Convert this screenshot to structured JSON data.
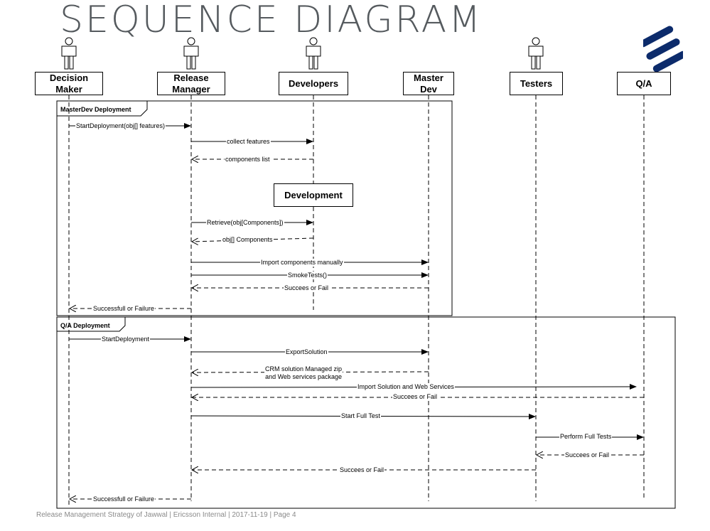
{
  "title": "SEQUENCE DIAGRAM",
  "actors": [
    {
      "label": "Decision\nMaker"
    },
    {
      "label": "Release\nManager"
    },
    {
      "label": "Developers"
    },
    {
      "label": "Master\nDev"
    },
    {
      "label": "Testers"
    },
    {
      "label": "Q/A"
    }
  ],
  "fragments": [
    {
      "label": "MasterDev Deployment"
    },
    {
      "label": "Q/A Deployment"
    }
  ],
  "activity": {
    "label": "Development"
  },
  "messages": [
    {
      "text": "StartDeployment(obj[] features)",
      "from": 0,
      "to": 1,
      "type": "sync"
    },
    {
      "text": "collect features",
      "from": 1,
      "to": 2,
      "type": "sync"
    },
    {
      "text": "components list",
      "from": 2,
      "to": 1,
      "type": "return"
    },
    {
      "text": "Retrieve(obj[Components])",
      "from": 1,
      "to": 2,
      "type": "sync"
    },
    {
      "text": "obj[] Components",
      "from": 2,
      "to": 1,
      "type": "return"
    },
    {
      "text": "Import components manually",
      "from": 1,
      "to": 3,
      "type": "sync"
    },
    {
      "text": "SmokeTests()",
      "from": 1,
      "to": 3,
      "type": "sync"
    },
    {
      "text": "Succees or Fail",
      "from": 3,
      "to": 1,
      "type": "return"
    },
    {
      "text": "Successfull or Failure",
      "from": 1,
      "to": 0,
      "type": "return"
    },
    {
      "text": "StartDeployment",
      "from": 0,
      "to": 1,
      "type": "sync"
    },
    {
      "text": "ExportSolution",
      "from": 1,
      "to": 3,
      "type": "sync"
    },
    {
      "text": "CRM solution Managed zip\nand Web services package",
      "from": 3,
      "to": 1,
      "type": "return"
    },
    {
      "text": "Import Solution and Web Services",
      "from": 1,
      "to": 5,
      "type": "sync"
    },
    {
      "text": "Succees or Fail",
      "from": 5,
      "to": 1,
      "type": "return"
    },
    {
      "text": "Start Full Test",
      "from": 1,
      "to": 4,
      "type": "sync"
    },
    {
      "text": "Perform Full Tests",
      "from": 4,
      "to": 5,
      "type": "sync"
    },
    {
      "text": "Succees or Fail",
      "from": 5,
      "to": 4,
      "type": "return"
    },
    {
      "text": "Succees or Fail",
      "from": 4,
      "to": 1,
      "type": "return"
    },
    {
      "text": "Successfull or Failure",
      "from": 1,
      "to": 0,
      "type": "return"
    }
  ],
  "footer": "Release Management Strategy of Jawwal  |  Ericsson Internal  |  2017-11-19  |  Page 4",
  "colors": {
    "title": "#555a5e",
    "logo": "#0c2b6b",
    "footer": "#8a8a8a"
  }
}
